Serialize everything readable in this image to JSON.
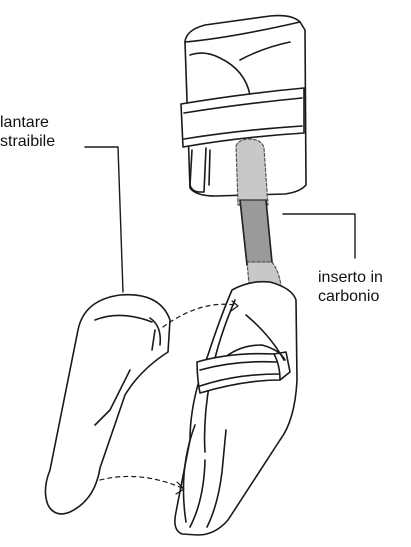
{
  "labels": {
    "insole": {
      "line1": "lantare",
      "line2": "straibile"
    },
    "carbon": {
      "line1": "inserto in",
      "line2": "carbonio"
    }
  },
  "colors": {
    "stroke": "#1a1a1a",
    "carbon_insert": "#9a9a9a",
    "carbon_insert_upper": "#c8c8c8",
    "fill": "#ffffff"
  }
}
